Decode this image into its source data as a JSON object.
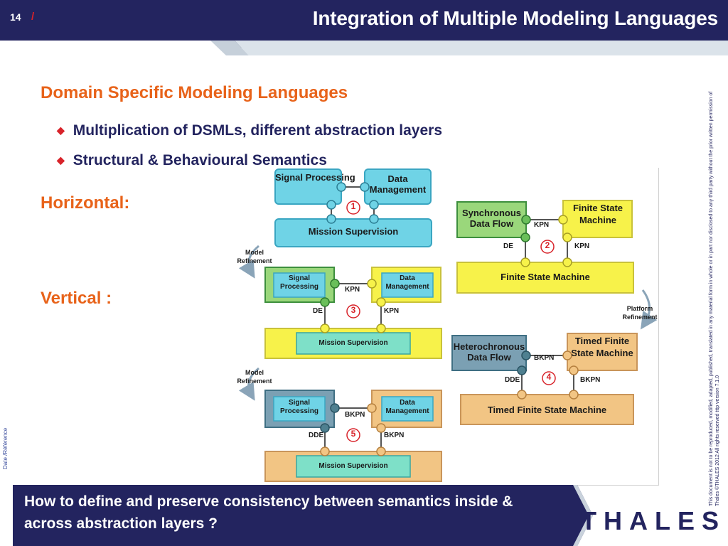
{
  "header": {
    "slide_number": "14",
    "separator": "/",
    "title": "Integration of Multiple Modeling Languages"
  },
  "content": {
    "section_title": "Domain Specific Modeling Languages",
    "bullets": [
      "Multiplication of DSMLs, different abstraction layers",
      "Structural & Behavioural Semantics"
    ],
    "horizontal_label": "Horizontal:",
    "vertical_label": "Vertical :"
  },
  "diagram": {
    "blocks": {
      "signal_processing": "Signal Processing",
      "data_management": "Data Management",
      "mission_supervision": "Mission Supervision",
      "synchronous_data_flow": "Synchronous Data Flow",
      "finite_state_machine_small": "Finite State Machine",
      "finite_state_machine": "Finite State Machine",
      "heterochronous_data_flow": "Heterochronous Data Flow",
      "timed_fsm_small": "Timed Finite State Machine",
      "timed_fsm": "Timed Finite State Machine"
    },
    "annotations": {
      "model_refinement": "Model Refinement",
      "platform_refinement": "Platform Refinement",
      "kpn": "KPN",
      "de": "DE",
      "bkpn": "BKPN",
      "dde": "DDE"
    },
    "steps": [
      "1",
      "2",
      "3",
      "4",
      "5"
    ]
  },
  "side": {
    "date_reference": "Date /Référence",
    "copyright_line1": "This document is not to be reproduced, modified, adapted, published, translated in any material form in whole or in part nor disclosed to any third party without the prior written permission of",
    "copyright_line2": "Thales ©THALES 2012 All rights reserved  tttp version  7.1.0"
  },
  "footer": {
    "question": "How to define and preserve consistency between semantics inside & across abstraction layers ?",
    "logo": "THALES"
  },
  "colors": {
    "navy": "#23245f",
    "orange": "#e8631a",
    "red": "#d8232a",
    "cyan": "#6fd3e6",
    "green": "#9ad77b",
    "yellow": "#f7f24a",
    "tan": "#f2c584",
    "slate": "#7ba0b3",
    "teal": "#7ee0c8"
  }
}
